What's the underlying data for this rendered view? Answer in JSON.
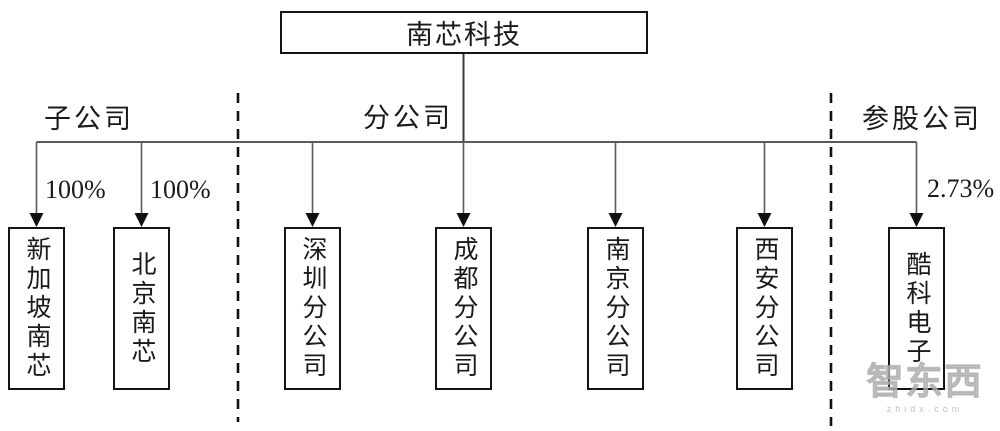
{
  "root": {
    "label": "南芯科技"
  },
  "sections": [
    {
      "label": "子公司"
    },
    {
      "label": "分公司"
    },
    {
      "label": "参股公司"
    }
  ],
  "entities": [
    {
      "label": "新加坡南芯",
      "section": "子公司",
      "ownership": "100%"
    },
    {
      "label": "北京南芯",
      "section": "子公司",
      "ownership": "100%"
    },
    {
      "label": "深圳分公司",
      "section": "分公司"
    },
    {
      "label": "成都分公司",
      "section": "分公司"
    },
    {
      "label": "南京分公司",
      "section": "分公司"
    },
    {
      "label": "西安分公司",
      "section": "分公司"
    },
    {
      "label": "酷科电子",
      "section": "参股公司",
      "ownership": "2.73%"
    }
  ],
  "watermark": {
    "logo": "智东西",
    "domain": "zhidx.com"
  }
}
